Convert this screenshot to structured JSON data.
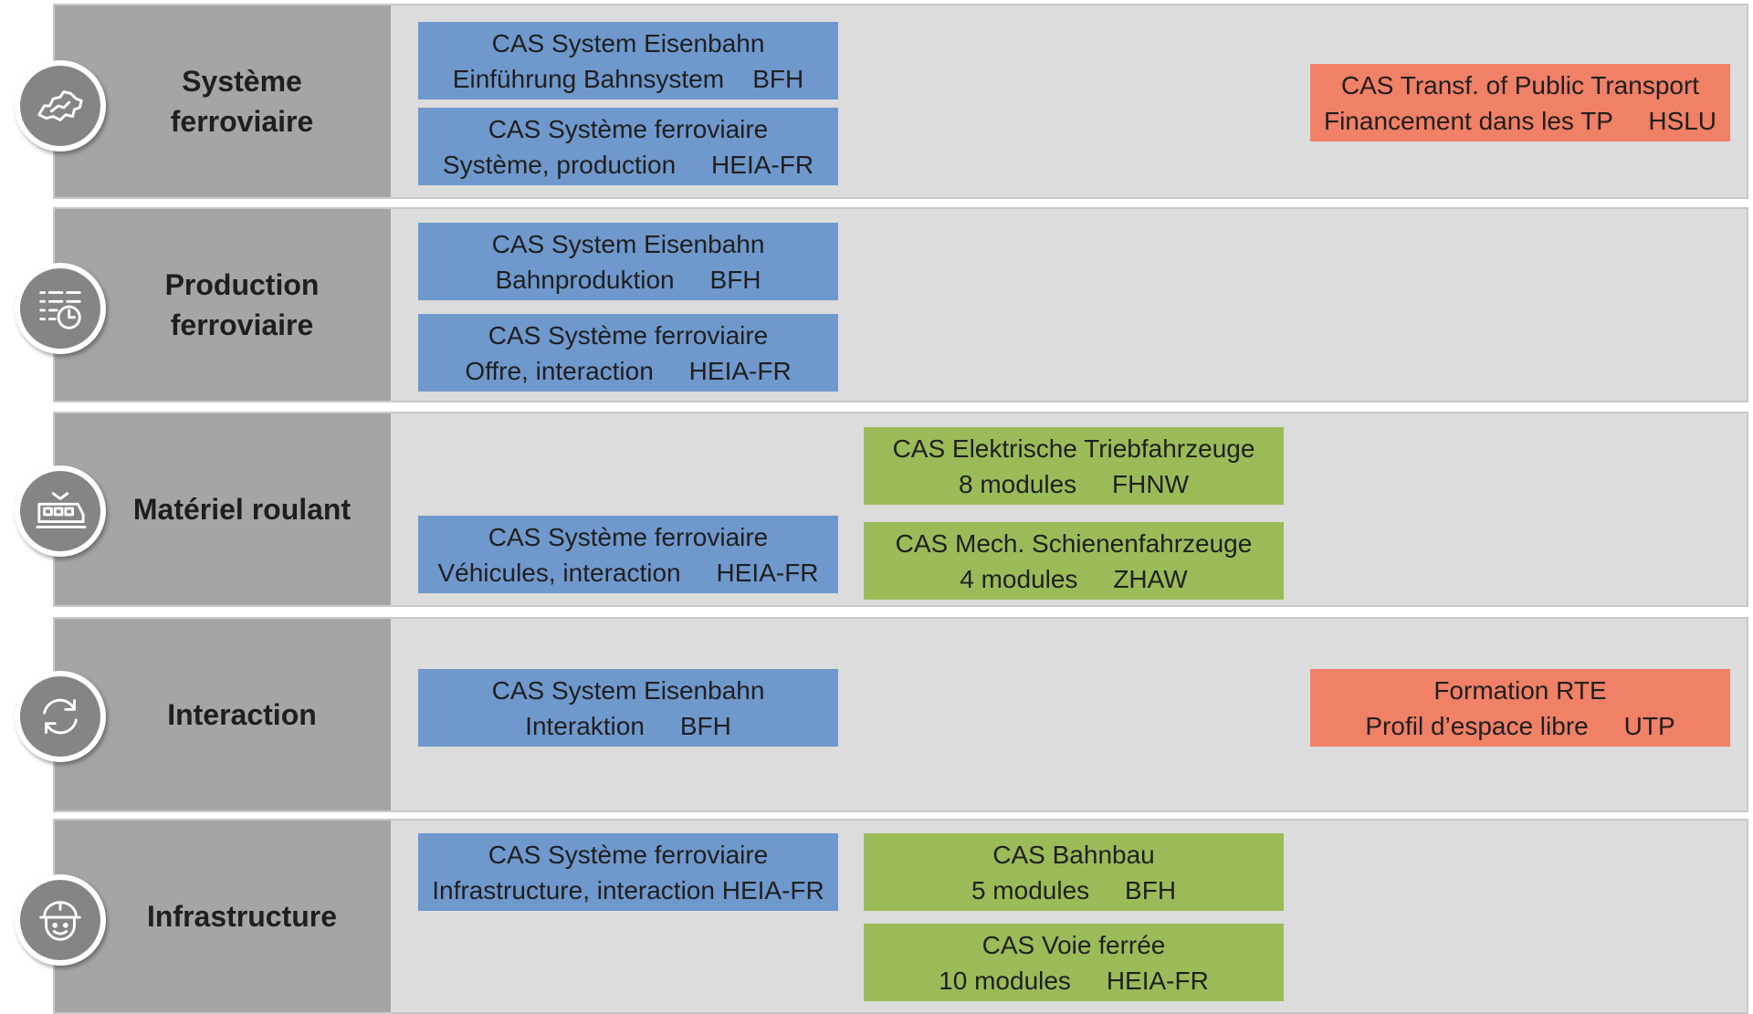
{
  "colors": {
    "blue": "#6f98cc",
    "green": "#9bbb59",
    "red": "#f08066",
    "header": "#a5a5a5",
    "row": "#dcdcdc"
  },
  "rows": [
    {
      "label": "Système\nferroviaire",
      "icon": "switzerland-map-icon",
      "boxes": [
        {
          "line1": "CAS System Eisenbahn",
          "line2": "Einführung Bahnsystem    BFH"
        },
        {
          "line1": "CAS Système ferroviaire",
          "line2": "Système, production     HEIA-FR"
        },
        {
          "line1": "CAS Transf. of Public Transport",
          "line2": "Financement dans les TP     HSLU"
        }
      ]
    },
    {
      "label": "Production\nferroviaire",
      "icon": "schedule-clock-icon",
      "boxes": [
        {
          "line1": "CAS System Eisenbahn",
          "line2": "Bahnproduktion     BFH"
        },
        {
          "line1": "CAS Système ferroviaire",
          "line2": "Offre, interaction     HEIA-FR"
        }
      ]
    },
    {
      "label": "Matériel roulant",
      "icon": "train-icon",
      "boxes": [
        {
          "line1": "CAS Elektrische Triebfahrzeuge",
          "line2": "8 modules     FHNW"
        },
        {
          "line1": "CAS Système ferroviaire",
          "line2": "Véhicules, interaction     HEIA-FR"
        },
        {
          "line1": "CAS Mech. Schienenfahrzeuge",
          "line2": "4 modules     ZHAW"
        }
      ]
    },
    {
      "label": "Interaction",
      "icon": "refresh-cycle-icon",
      "boxes": [
        {
          "line1": "CAS System Eisenbahn",
          "line2": "Interaktion     BFH"
        },
        {
          "line1": "Formation RTE",
          "line2": "Profil d’espace libre     UTP"
        }
      ]
    },
    {
      "label": "Infrastructure",
      "icon": "worker-helmet-icon",
      "boxes": [
        {
          "line1": "CAS Système ferroviaire",
          "line2": "Infrastructure, interaction HEIA-FR"
        },
        {
          "line1": "CAS Bahnbau",
          "line2": "5 modules     BFH"
        },
        {
          "line1": "CAS Voie ferrée",
          "line2": "10 modules     HEIA-FR"
        }
      ]
    }
  ]
}
